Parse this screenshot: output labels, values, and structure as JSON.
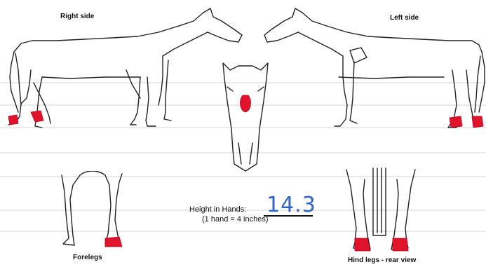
{
  "views": {
    "right_side": {
      "title": "Right side"
    },
    "left_side": {
      "title": "Left side"
    },
    "forelegs": {
      "caption": "Forelegs"
    },
    "hind_legs": {
      "caption": "Hind legs - rear view"
    }
  },
  "height": {
    "label": "Height in Hands:",
    "value": "14.3",
    "note": "(1 hand = 4 inches)"
  },
  "colors": {
    "marking": "#e0142b",
    "handwriting": "#2f63c4",
    "line_art": "#222222"
  }
}
